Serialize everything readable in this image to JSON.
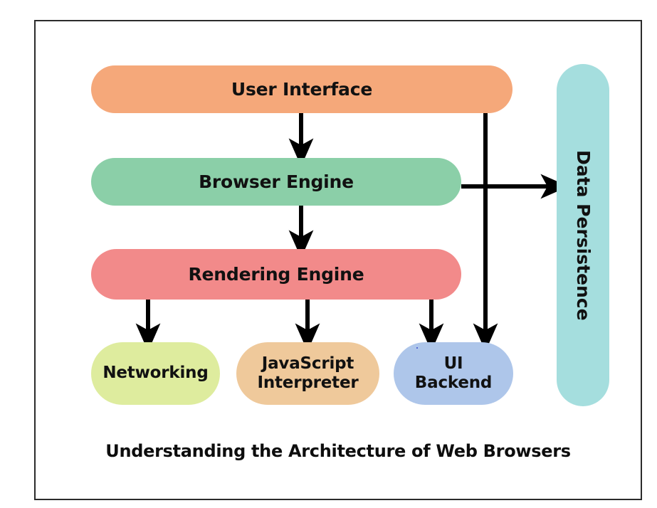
{
  "diagram": {
    "caption": "Understanding the Architecture of Web Browsers",
    "frame": {
      "border_color": "#2b2b2b",
      "background": "#ffffff"
    },
    "nodes": [
      {
        "id": "user-interface",
        "label": "User Interface",
        "color": "#F5A87A",
        "orientation": "horizontal"
      },
      {
        "id": "browser-engine",
        "label": "Browser Engine",
        "color": "#8BCFA8",
        "orientation": "horizontal"
      },
      {
        "id": "rendering-engine",
        "label": "Rendering Engine",
        "color": "#F28A8A",
        "orientation": "horizontal"
      },
      {
        "id": "networking",
        "label": "Networking",
        "color": "#DEEC9E",
        "orientation": "horizontal"
      },
      {
        "id": "javascript-interpreter",
        "label": "JavaScript\nInterpreter",
        "color": "#EFC99B",
        "orientation": "horizontal"
      },
      {
        "id": "ui-backend",
        "label": "UI\nBackend",
        "color": "#AEC6EA",
        "orientation": "horizontal"
      },
      {
        "id": "data-persistence",
        "label": "Data Persistence",
        "color": "#A5DEDE",
        "orientation": "vertical"
      }
    ],
    "edges": [
      {
        "from": "user-interface",
        "to": "browser-engine",
        "style": "arrow-down"
      },
      {
        "from": "browser-engine",
        "to": "rendering-engine",
        "style": "arrow-down"
      },
      {
        "from": "rendering-engine",
        "to": "networking",
        "style": "arrow-down"
      },
      {
        "from": "rendering-engine",
        "to": "javascript-interpreter",
        "style": "arrow-down"
      },
      {
        "from": "rendering-engine",
        "to": "ui-backend",
        "style": "arrow-down"
      },
      {
        "from": "user-interface",
        "to": "ui-backend",
        "style": "arrow-down-long"
      },
      {
        "from": "browser-engine",
        "to": "data-persistence",
        "style": "arrow-right"
      }
    ],
    "edge_color": "#000000"
  }
}
